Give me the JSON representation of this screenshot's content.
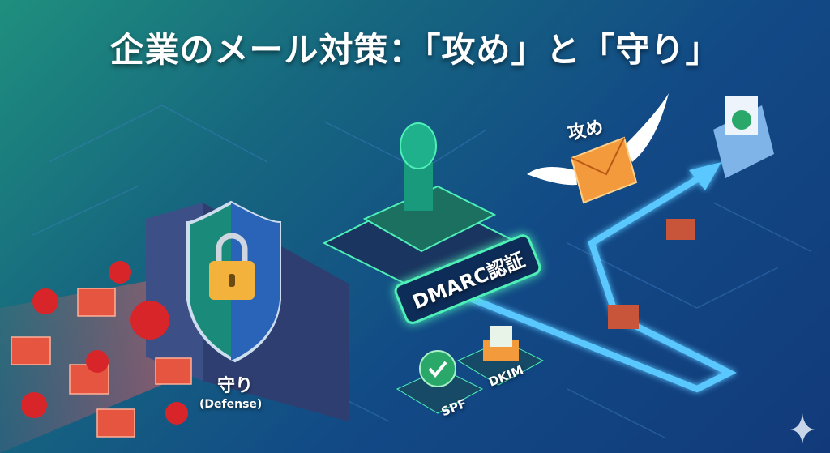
{
  "title": "企業のメール対策：「攻め」と「守り」",
  "labels": {
    "attack": "攻め",
    "defense": "守り",
    "defense_sub": "(Defense)",
    "dmarc": "DMARC認証",
    "spf": "SPF",
    "dkim": "DKIM"
  },
  "colors": {
    "accent_green": "#4ef0b8",
    "glow_blue": "#5ac8ff",
    "envelope_orange": "#f39a3c",
    "threat_red": "#e0322f"
  }
}
